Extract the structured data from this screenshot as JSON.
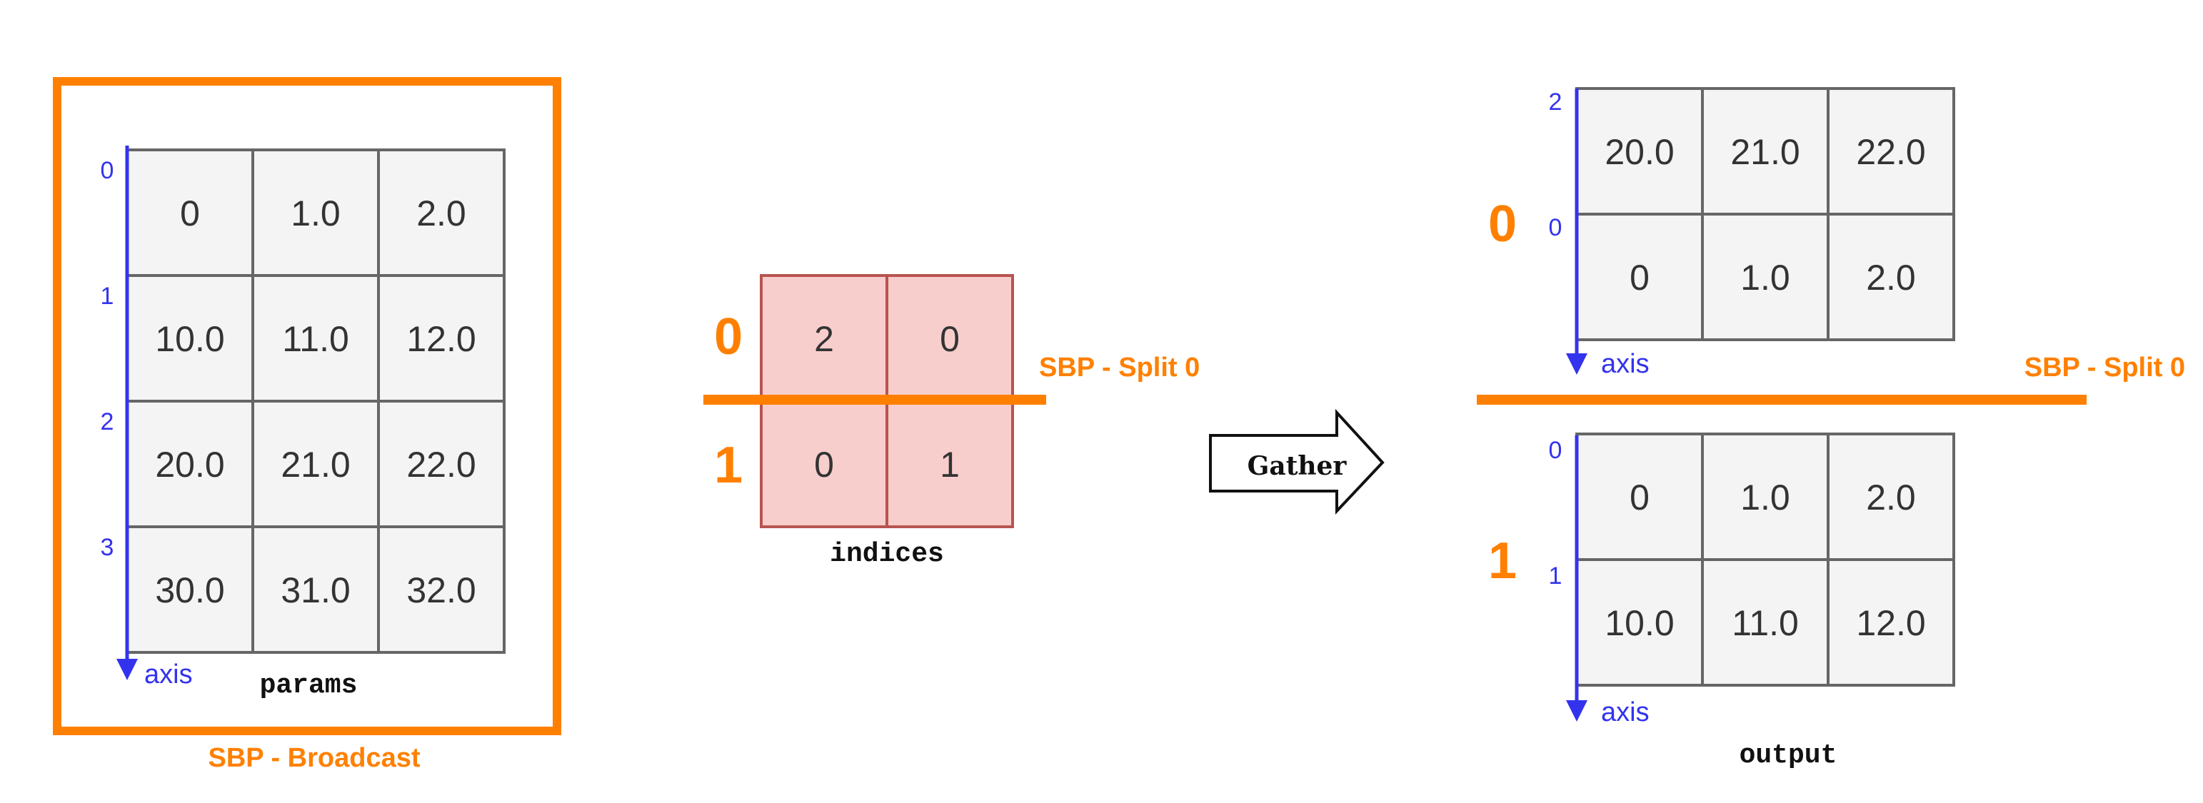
{
  "params": {
    "caption": "params",
    "rows": [
      [
        "0",
        "1.0",
        "2.0"
      ],
      [
        "10.0",
        "11.0",
        "12.0"
      ],
      [
        "20.0",
        "21.0",
        "22.0"
      ],
      [
        "30.0",
        "31.0",
        "32.0"
      ]
    ],
    "row_indices": [
      "0",
      "1",
      "2",
      "3"
    ],
    "axis_label": "axis",
    "sbp_label": "SBP - Broadcast"
  },
  "indices": {
    "caption": "indices",
    "rows": [
      [
        "2",
        "0"
      ],
      [
        "0",
        "1"
      ]
    ],
    "partitions": [
      "0",
      "1"
    ],
    "sbp_label": "SBP - Split 0"
  },
  "operation": {
    "label": "Gather"
  },
  "output": {
    "caption": "output",
    "sbp_label": "SBP - Split 0",
    "partitions": [
      {
        "id": "0",
        "row_indices": [
          "2",
          "0"
        ],
        "rows": [
          [
            "20.0",
            "21.0",
            "22.0"
          ],
          [
            "0",
            "1.0",
            "2.0"
          ]
        ],
        "axis_label": "axis"
      },
      {
        "id": "1",
        "row_indices": [
          "0",
          "1"
        ],
        "rows": [
          [
            "0",
            "1.0",
            "2.0"
          ],
          [
            "10.0",
            "11.0",
            "12.0"
          ]
        ],
        "axis_label": "axis"
      }
    ]
  },
  "colors": {
    "orange": "#ff8000",
    "axis_blue": "#3333ee",
    "cell_fill": "#f4f4f4",
    "cell_stroke": "#666666",
    "index_fill": "#f8cecc",
    "index_stroke": "#b85450"
  }
}
